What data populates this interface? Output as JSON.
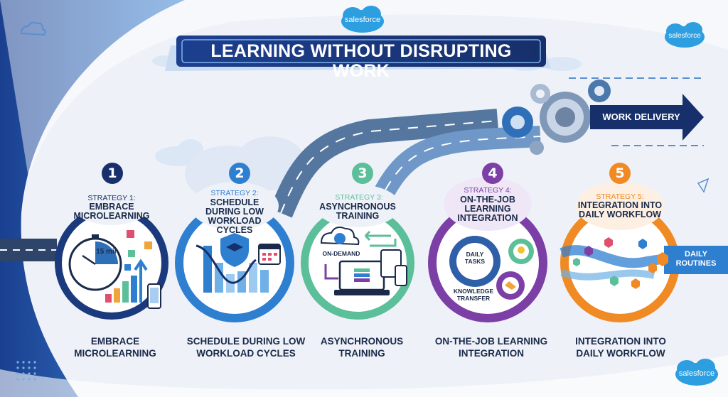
{
  "title": "LEARNING WITHOUT DISRUPTING WORK",
  "brand": "salesforce",
  "work_delivery": "WORK DELIVERY",
  "daily_routines": "DAILY ROUTINES",
  "colors": {
    "navy": "#17306b",
    "blue": "#2f7fd0",
    "green": "#5bbf9a",
    "purple": "#7b3fa6",
    "orange": "#f08a24",
    "cloud": "#2d9ee0"
  },
  "strategies": [
    {
      "num": "1",
      "label": "STRATEGY 1:",
      "title": "EMBRACE MICROLEARNING",
      "caption": "EMBRACE MICROLEARNING",
      "timer": "15 min",
      "icons": [
        "stopwatch-icon",
        "cube-icon",
        "bar-chart-icon",
        "phone-icon"
      ]
    },
    {
      "num": "2",
      "label": "STRATEGY 2:",
      "title": "SCHEDULE DURING LOW WORKLOAD CYCLES",
      "caption": "SCHEDULE DURING LOW WORKLOAD CYCLES",
      "icons": [
        "shield-graduation-icon",
        "calendar-icon",
        "bar-chart-icon"
      ]
    },
    {
      "num": "3",
      "label": "STRATEGY 3:",
      "title": "ASYNCHRONOUS TRAINING",
      "caption": "ASYNCHRONOUS TRAINING",
      "on_demand": "ON-DEMAND",
      "icons": [
        "cloud-clock-icon",
        "laptop-icon",
        "tablet-icon",
        "phone-icon"
      ]
    },
    {
      "num": "4",
      "label": "STRATEGY 4:",
      "title": "ON-THE-JOB LEARNING INTEGRATION",
      "caption": "ON-THE-JOB LEARNING INTEGRATION",
      "daily_tasks": "DAILY TASKS",
      "knowledge_transfer": "KNOWLEDGE TRANSFER",
      "icons": [
        "gear-icon",
        "lightbulb-icon",
        "handshake-icon"
      ]
    },
    {
      "num": "5",
      "label": "STRATEGY 5:",
      "title": "INTEGRATION INTO DAILY WORKFLOW",
      "caption": "INTEGRATION INTO DAILY WORKFLOW",
      "icons": [
        "hexagon-icon",
        "flow-arrow-icon"
      ]
    }
  ]
}
